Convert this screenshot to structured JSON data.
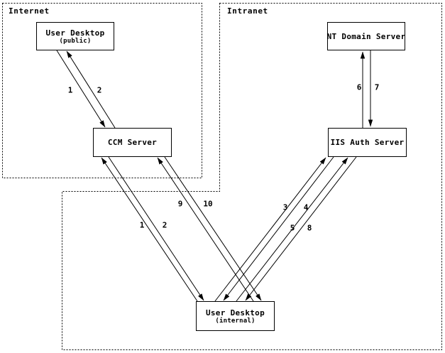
{
  "zones": {
    "internet": {
      "label": "Internet"
    },
    "intranet": {
      "label": "Intranet"
    }
  },
  "nodes": {
    "user_desktop_public": {
      "title": "User Desktop",
      "subtitle": "(public)"
    },
    "ccm_server": {
      "title": "CCM Server"
    },
    "nt_domain_server": {
      "title": "NT Domain Server"
    },
    "iis_auth_server": {
      "title": "IIS Auth Server"
    },
    "user_desktop_internal": {
      "title": "User Desktop",
      "subtitle": "(internal)"
    }
  },
  "edges": {
    "public_step_1": {
      "label": "1"
    },
    "public_step_2": {
      "label": "2"
    },
    "internal_step_1": {
      "label": "1"
    },
    "internal_step_2": {
      "label": "2"
    },
    "step_3": {
      "label": "3"
    },
    "step_4": {
      "label": "4"
    },
    "step_5": {
      "label": "5"
    },
    "step_6": {
      "label": "6"
    },
    "step_7": {
      "label": "7"
    },
    "step_8": {
      "label": "8"
    },
    "step_9": {
      "label": "9"
    },
    "step_10": {
      "label": "10"
    }
  },
  "colors": {
    "line": "#000000",
    "background": "#ffffff",
    "text": "#000000"
  }
}
